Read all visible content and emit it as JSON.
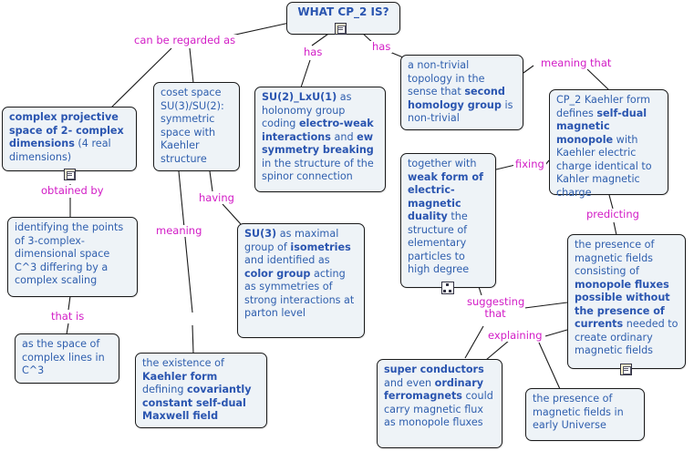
{
  "root": {
    "title": "WHAT CP_2 IS?"
  },
  "nodes": {
    "complex_projective": {
      "b1": "complex projective space of 2- complex dimensions",
      "t1": " (4 real dimensions)"
    },
    "identifying": {
      "t1": "identifying the points of 3-complex-dimensional space C^3 differing by a  complex scaling"
    },
    "space_of_lines": {
      "t1": "as the space of complex lines in C^3"
    },
    "coset": {
      "t1": "coset space SU(3)/SU(2): symmetric space with Kaehler structure"
    },
    "su3": {
      "b1": "SU(3)",
      "t1": " as maximal group of ",
      "b2": "isometries",
      "t2": " and identified as ",
      "b3": "color group",
      "t3": " acting as symmetries of strong interactions at parton level"
    },
    "kaehler_form": {
      "t1": "the existence  of  ",
      "b1": "Kaehler form",
      "t2": " defining ",
      "b2": "covariantly constant self-dual Maxwell  field"
    },
    "holonomy": {
      "b1": "SU(2)_LxU(1)",
      "t1": " as holonomy group coding ",
      "b2": "electro-weak interactions",
      "t2": " and ",
      "b3": "ew symmetry breaking",
      "t3": " in the structure of the spinor connection"
    },
    "topology": {
      "t1": "a non-trivial topology in the sense that ",
      "b1": "second homology group",
      "t2": " is non-trivial"
    },
    "kaehler_self_dual": {
      "t1": "CP_2 Kaehler form defines ",
      "b1": "self-dual magnetic monopole",
      "t2": " with Kaehler electric charge identical to Kahler magnetic charge"
    },
    "weak_form": {
      "t1": "together with ",
      "b1": "weak form of electric-magnetic duality",
      "t2": " the structure of elementary particles to high degree"
    },
    "presence_monopole": {
      "t1": "the presence of magnetic fields consisting of ",
      "b1": "monopole fluxes possible without the presence of currents",
      "t2": " needed to create ordinary magnetic fields"
    },
    "superconductors": {
      "b1": "super conductors",
      "t1": " and even ",
      "b2": "ordinary ferromagnets",
      "t2": " could carry magnetic flux as monopole fluxes"
    },
    "early_universe": {
      "t1": "the presence of magnetic fields  in  early  Universe"
    }
  },
  "link_labels": {
    "can_be_regarded_as": "can be regarded as",
    "has_1": "has",
    "has_2": "has",
    "obtained_by": "obtained by",
    "that_is": "that is",
    "having": "having",
    "meaning": "meaning",
    "meaning_that": "meaning that",
    "fixing": "fixing",
    "predicting": "predicting",
    "suggesting_that": "suggesting that",
    "explaining": "explaining"
  },
  "icons": [
    "document-icon",
    "document-icon",
    "document-icon",
    "document-icon",
    "concept-map-icon"
  ],
  "colors": {
    "node_text": "#2f5fae",
    "link_label": "#d21cc6",
    "node_fill": "#eef3f7",
    "line": "#1a1a1a"
  }
}
